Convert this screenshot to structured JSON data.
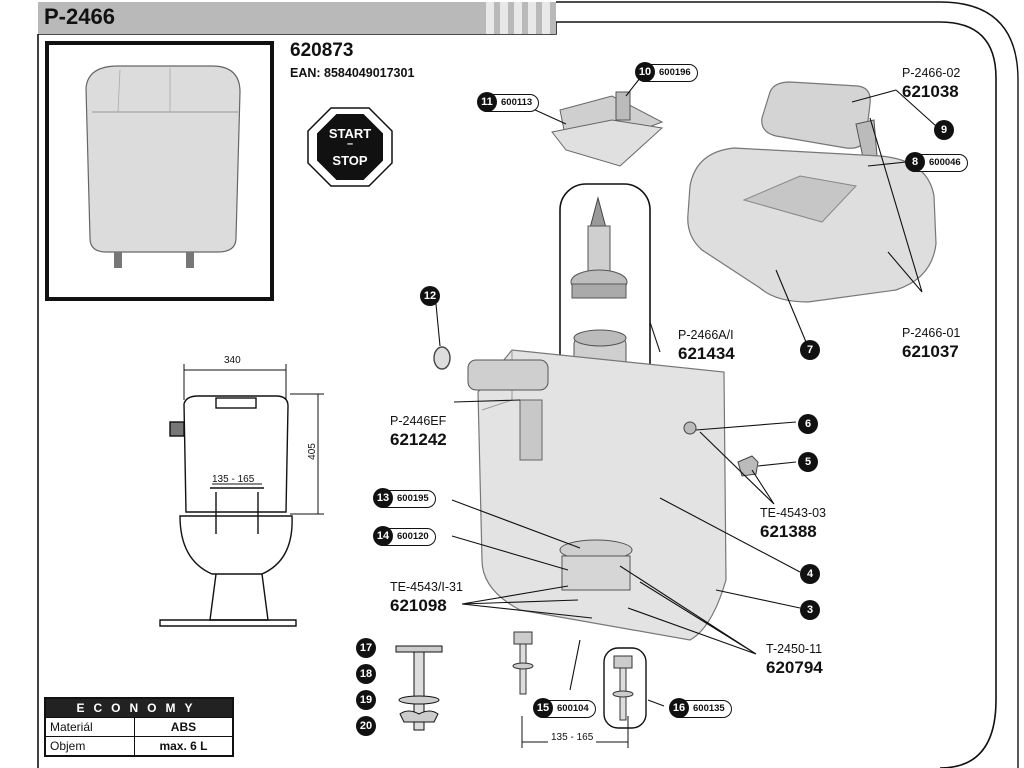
{
  "header": {
    "title": "P-2466"
  },
  "product": {
    "code": "620873",
    "ean": "EAN: 8584049017301"
  },
  "start_stop": {
    "line1": "START",
    "line2": "–",
    "line3": "STOP"
  },
  "dimensions": {
    "width": "340",
    "height": "405",
    "spacing_top": "135 - 165",
    "spacing_bottom": "135 - 165"
  },
  "parts": {
    "p9": "9",
    "p8": "8",
    "p8_code": "600046",
    "p2466_02_ref": "P-2466-02",
    "p2466_02_code": "621038",
    "p2466_01_ref": "P-2466-01",
    "p2466_01_code": "621037",
    "p7": "7",
    "p10": "10",
    "p10_code": "600196",
    "p11": "11",
    "p11_code": "600113",
    "p12": "12",
    "p2466ai_ref": "P-2466A/I",
    "p2466ai_code": "621434",
    "p2446ef_ref": "P-2446EF",
    "p2446ef_code": "621242",
    "p6": "6",
    "p5": "5",
    "te4543_03_ref": "TE-4543-03",
    "te4543_03_code": "621388",
    "p13": "13",
    "p13_code": "600195",
    "p14": "14",
    "p14_code": "600120",
    "te4543_i31_ref": "TE-4543/I-31",
    "te4543_i31_code": "621098",
    "p4": "4",
    "p3": "3",
    "t2450_ref": "T-2450-11",
    "t2450_code": "620794",
    "p17": "17",
    "p18": "18",
    "p19": "19",
    "p20": "20",
    "p15": "15",
    "p15_code": "600104",
    "p16": "16",
    "p16_code": "600135"
  },
  "spec_table": {
    "header": "ECONOMY",
    "rows": [
      {
        "label": "Materiál",
        "value": "ABS"
      },
      {
        "label": "Objem",
        "value": "max. 6 L"
      }
    ]
  },
  "colors": {
    "ink": "#111111",
    "part_fill": "#d9d9d9",
    "part_shade": "#9a9a9a",
    "header_bar": "#b9b9b9"
  }
}
